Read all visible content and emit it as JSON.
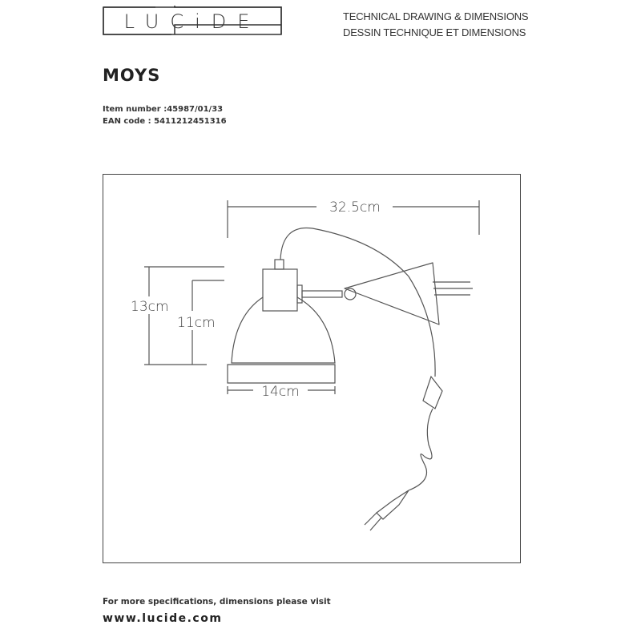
{
  "logo": "LUCIDE",
  "header": {
    "line1": "TECHNICAL DRAWING & DIMENSIONS",
    "line2": "DESSIN TECHNIQUE ET DIMENSIONS"
  },
  "product": {
    "name": "MOYS",
    "item_number": "Item number :45987/01/33",
    "ean": "EAN code : 5411212451316"
  },
  "dimensions": {
    "width_total": "32.5cm",
    "height_total": "13cm",
    "height_shade": "11cm",
    "diameter": "14cm"
  },
  "footer": {
    "line1": "For more specifications, dimensions please visit",
    "url": "www.lucide.com"
  }
}
